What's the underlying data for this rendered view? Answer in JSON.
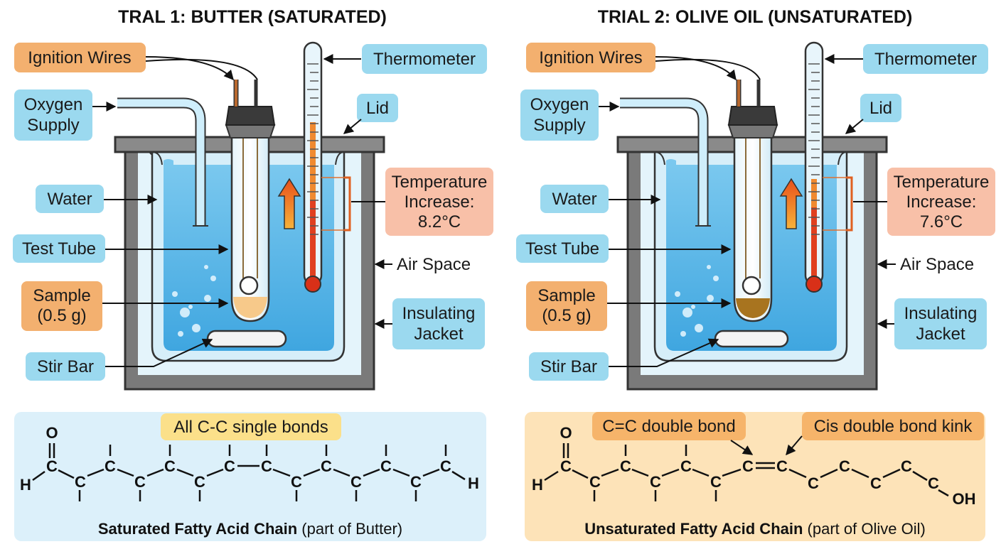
{
  "trials": [
    {
      "title": "TRAL 1: BUTTER (SATURATED)",
      "labels": {
        "ignition": "Ignition Wires",
        "thermometer": "Thermometer",
        "oxygen_1": "Oxygen",
        "oxygen_2": "Supply",
        "lid": "Lid",
        "water": "Water",
        "temp_1": "Temperature",
        "temp_2": "Increase:",
        "temp_3": "8.2°C",
        "test_tube": "Test Tube",
        "air_space": "Air Space",
        "sample_1": "Sample",
        "sample_2": "(0.5 g)",
        "jacket_1": "Insulating",
        "jacket_2": "Jacket",
        "stir_bar": "Stir Bar"
      },
      "sample_color": "#f7c98a",
      "molecule": {
        "callout_1": "All C-C single bonds",
        "caption_bold": "Saturated Fatty Acid Chain",
        "caption_rest": " (part of Butter)"
      }
    },
    {
      "title": "TRIAL 2: OLIVE OIL (UNSATURATED)",
      "labels": {
        "ignition": "Ignition Wires",
        "thermometer": "Thermometer",
        "oxygen_1": "Oxygen",
        "oxygen_2": "Supply",
        "lid": "Lid",
        "water": "Water",
        "temp_1": "Temperature",
        "temp_2": "Increase:",
        "temp_3": "7.6°C",
        "test_tube": "Test Tube",
        "air_space": "Air Space",
        "sample_1": "Sample",
        "sample_2": "(0.5 g)",
        "jacket_1": "Insulating",
        "jacket_2": "Jacket",
        "stir_bar": "Stir Bar"
      },
      "sample_color": "#a8741f",
      "molecule": {
        "callout_1": "C=C double bond",
        "callout_2": "Cis double bond kink",
        "caption_bold": "Unsaturated Fatty Acid Chain",
        "caption_rest": " (part of Olive Oil)"
      }
    }
  ],
  "atoms": {
    "c": "C",
    "h": "H",
    "o": "O",
    "oh": "OH"
  },
  "colors": {
    "label_blue": "#9bd9ef",
    "label_orange": "#f3b06f",
    "label_salmon": "#f8c0a8",
    "water": "#5bb8ea",
    "jacket": "#777777",
    "panel_blue": "#dcf0fa",
    "panel_orange": "#fde3b8",
    "callout_yellow": "#fbe08a",
    "callout_orange": "#f6b46a"
  }
}
